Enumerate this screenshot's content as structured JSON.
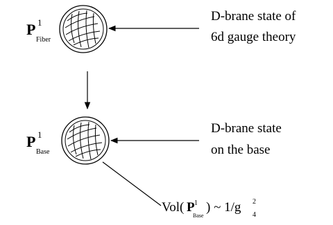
{
  "fiber": {
    "symbol": "P",
    "superscript": "1",
    "subscript": "Fiber",
    "annotation_line1": "D-brane state of",
    "annotation_line2": "6d gauge theory"
  },
  "base": {
    "symbol": "P",
    "superscript": "1",
    "subscript": "Base",
    "annotation_line1": "D-brane state",
    "annotation_line2": "on the base"
  },
  "volume": {
    "prefix": "Vol(",
    "symbol": "P",
    "superscript": "1",
    "subscript": "Base",
    "relation": ") ~ 1/g",
    "g_superscript": "2",
    "g_subscript": "4"
  }
}
